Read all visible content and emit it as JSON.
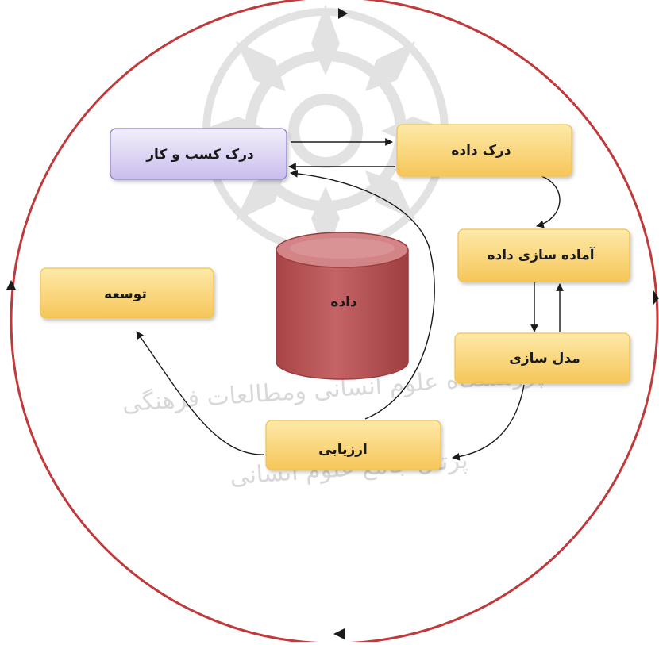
{
  "diagram": {
    "nodes": {
      "business_understanding": "درک کسب و کار",
      "data_understanding": "درک داده",
      "data_preparation": "آماده سازی داده",
      "modeling": "مدل سازی",
      "evaluation": "ارزیابی",
      "deployment": "توسعه",
      "data_store": "داده"
    },
    "watermark": {
      "line1": "پژوهشگاه علوم انسانی ومطالعات فرهنگی",
      "line2": "پرتال جامع علوم انسانی"
    },
    "colors": {
      "cycle_circle": "#c0393b",
      "box_orange_top": "#fde9a8",
      "box_orange_bottom": "#f6c659",
      "box_orange_border": "#f2c24f",
      "box_purple_top": "#f3effb",
      "box_purple_bottom": "#c9bdec",
      "box_purple_border": "#8c7cc9",
      "cylinder_body": "#bd5a5c",
      "cylinder_top": "#d38486",
      "cylinder_border": "#9c3c3e",
      "arrow": "#1a1a1a"
    }
  }
}
